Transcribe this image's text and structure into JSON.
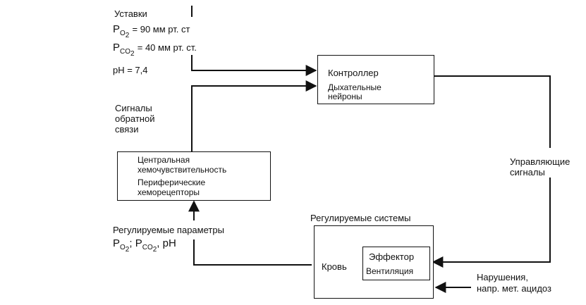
{
  "setpoints": {
    "title": "Уставки",
    "po2": {
      "p": "P",
      "sub": "O",
      "sub2": "2",
      "value": "= 90 мм рт. ст"
    },
    "pco2": {
      "p": "P",
      "sub": "CO",
      "sub2": "2",
      "value": "= 40 мм рт. ст."
    },
    "ph": "pH = 7,4"
  },
  "controller": {
    "title": "Контроллер",
    "subtitle_line1": "Дыхательные",
    "subtitle_line2": "нейроны"
  },
  "feedback": {
    "line1": "Сигналы",
    "line2": "обратной",
    "line3": "связи"
  },
  "sensors": {
    "line1": "Центральная",
    "line2": "хемочувствительность",
    "line3": "Периферические",
    "line4": "хеморецепторы"
  },
  "control_signals": {
    "line1": "Управляющие",
    "line2": "сигналы"
  },
  "regulated_params": {
    "title": "Регулируемые параметры",
    "formula_p1": "P",
    "formula_s1": "O",
    "formula_s1b": "2",
    "formula_sep": "; ",
    "formula_p2": "P",
    "formula_s2": "CO",
    "formula_s2b": "2",
    "formula_ph": ", pH"
  },
  "regulated_systems": {
    "title": "Регулируемые системы",
    "blood": "Кровь",
    "effector_title": "Эффектор",
    "effector_item": "Вентиляция"
  },
  "disturbances": {
    "line1": "Нарушения,",
    "line2": "напр. мет. ацидоз"
  }
}
